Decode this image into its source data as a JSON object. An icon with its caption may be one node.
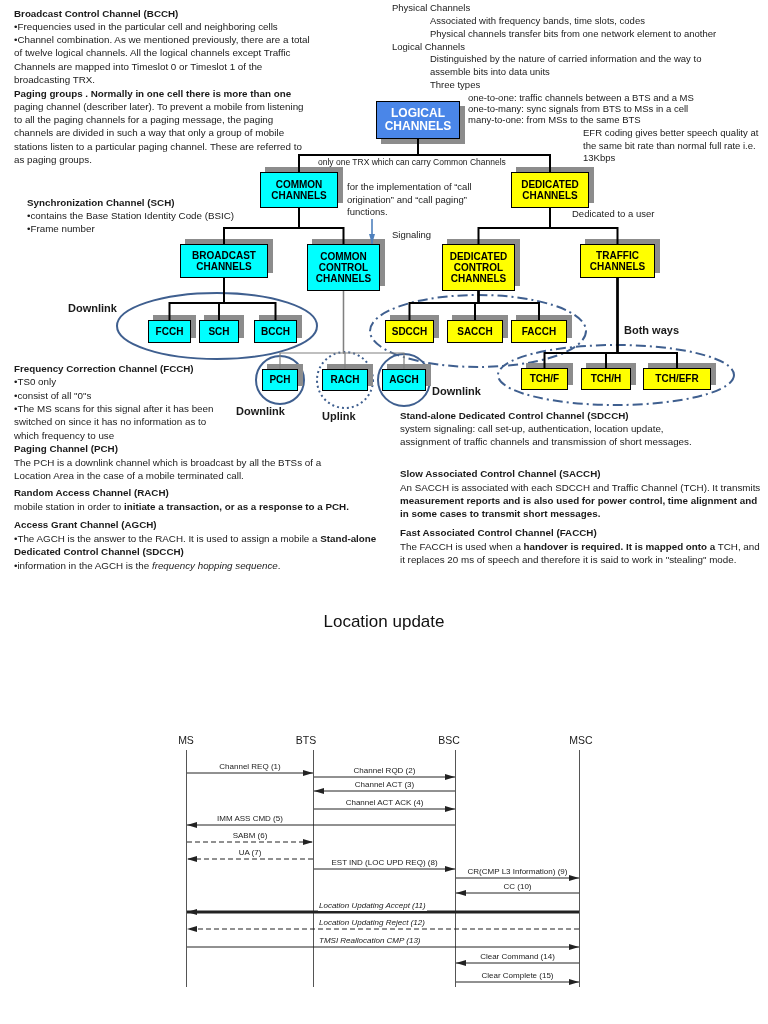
{
  "diagram": {
    "title": "Location update",
    "nodes": [
      {
        "text": [
          "LOGICAL CHANNELS"
        ]
      },
      {
        "text": [
          "COMMON CHANNELS"
        ]
      },
      {
        "text": [
          "DEDICATED CHANNELS"
        ],
        "beside": [
          "Dedicated to a user"
        ]
      },
      {
        "text": [
          "BROADCAST CHANNELS"
        ]
      },
      {
        "text": [
          "COMMON CONTROL CHANNELS"
        ]
      },
      {
        "text": [
          "DEDICATED CONTROL CHANNELS"
        ],
        "beside": [
          "Signaling"
        ]
      },
      {
        "text": [
          "TRAFFIC CHANNELS"
        ]
      },
      {
        "text": [
          "FCCH"
        ]
      },
      {
        "text": [
          "SCH"
        ]
      },
      {
        "text": [
          "BCCH"
        ]
      },
      {
        "text": [
          "PCH"
        ],
        "beside": [
          "Downlink"
        ]
      },
      {
        "text": [
          "RACH"
        ],
        "beside": [
          "Uplink"
        ]
      },
      {
        "text": [
          "AGCH"
        ],
        "beside": [
          "Downlink"
        ]
      },
      {
        "text": [
          "SDCCH"
        ]
      },
      {
        "text": [
          "SACCH"
        ]
      },
      {
        "text": [
          "FACCH"
        ]
      },
      {
        "text": [
          "TCH/F"
        ]
      },
      {
        "text": [
          "TCH/H"
        ]
      },
      {
        "text": [
          "TCH/EFR"
        ]
      },
      {
        "text": [
          "for the implementation of “call origination” and “call paging” functions."
        ]
      },
      {
        "text": [],
        "shape": "line",
        "beside": [
          "MS"
        ]
      },
      {
        "text": [],
        "shape": "line",
        "beside": [
          "BTS"
        ]
      },
      {
        "text": [],
        "shape": "line",
        "beside": [
          "BSC"
        ]
      },
      {
        "text": [],
        "shape": "line",
        "beside": [
          "MSC"
        ]
      }
    ],
    "edges": [
      {
        "from": 0,
        "to": 1,
        "arrow": "none"
      },
      {
        "from": 0,
        "to": 2,
        "arrow": "none"
      },
      {
        "from": 1,
        "to": 3,
        "arrow": "none"
      },
      {
        "from": 1,
        "to": 4,
        "arrow": "none"
      },
      {
        "from": 2,
        "to": 5,
        "arrow": "none"
      },
      {
        "from": 2,
        "to": 6,
        "arrow": "none"
      },
      {
        "from": 3,
        "to": 7,
        "arrow": "none"
      },
      {
        "from": 3,
        "to": 8,
        "arrow": "none"
      },
      {
        "from": 3,
        "to": 9,
        "arrow": "none"
      },
      {
        "from": 4,
        "to": 10,
        "arrow": "none",
        "color": "#808080"
      },
      {
        "from": 4,
        "to": 11,
        "arrow": "none",
        "color": "#808080"
      },
      {
        "from": 4,
        "to": 12,
        "arrow": "none",
        "color": "#808080"
      },
      {
        "from": 5,
        "to": 13,
        "arrow": "none"
      },
      {
        "from": 5,
        "to": 14,
        "arrow": "none"
      },
      {
        "from": 5,
        "to": 15,
        "arrow": "none"
      },
      {
        "from": 6,
        "to": 16,
        "arrow": "none"
      },
      {
        "from": 6,
        "to": 17,
        "arrow": "none"
      },
      {
        "from": 6,
        "to": 18,
        "arrow": "none"
      },
      {
        "from": 19,
        "to": 4,
        "arrow": "to",
        "color": "#4f81bd"
      },
      {
        "from": 20,
        "to": 21,
        "arrow": "to",
        "label": "Channel REQ (1)"
      },
      {
        "from": 21,
        "to": 22,
        "arrow": "to",
        "label": "Channel RQD (2)"
      },
      {
        "from": 22,
        "to": 21,
        "arrow": "to",
        "label": "Channel ACT (3)"
      },
      {
        "from": 21,
        "to": 22,
        "arrow": "to",
        "label": "Channel ACT ACK (4)"
      },
      {
        "from": 22,
        "to": 20,
        "arrow": "to",
        "label": "IMM ASS CMD (5)"
      },
      {
        "from": 20,
        "to": 21,
        "arrow": "to",
        "label": "SABM (6)",
        "style": "dashed"
      },
      {
        "from": 21,
        "to": 20,
        "arrow": "to",
        "label": "UA (7)",
        "style": "dashed"
      },
      {
        "from": 21,
        "to": 22,
        "arrow": "to",
        "label": "EST IND (LOC UPD REQ) (8)"
      },
      {
        "from": 22,
        "to": 23,
        "arrow": "to",
        "label": "CR(CMP L3 Information) (9)"
      },
      {
        "from": 23,
        "to": 22,
        "arrow": "to",
        "label": "CC (10)"
      },
      {
        "from": 23,
        "to": 20,
        "arrow": "to",
        "label": "Location Updating Accept (11)",
        "style": "thick"
      },
      {
        "from": 23,
        "to": 20,
        "arrow": "to",
        "label": "Location Updating Reject (12)",
        "style": "dashed"
      },
      {
        "from": 20,
        "to": 23,
        "arrow": "to",
        "label": "TMSI Reallocation CMP (13)"
      },
      {
        "from": 23,
        "to": 22,
        "arrow": "to",
        "label": "Clear Command (14)"
      },
      {
        "from": 22,
        "to": 23,
        "arrow": "to",
        "label": "Clear Complete (15)"
      }
    ],
    "labels": [
      "Broadcast Control Channel (BCCH)",
      "•Frequencies used in the particular cell and neighboring cells",
      "•Channel combination. As we mentioned previously, there are a total of twelve logical channels. All the logical channels except Traffic Channels are mapped into Timeslot 0 or Timeslot 1 of the broadcasting TRX.",
      "**Paging groups . Normally in one cell there is more than one** paging channel (describer later). To prevent a mobile from listening to all the paging channels for a paging message, the paging channels are divided in such a way that only a group of mobile stations listen to a particular paging channel. These are referred to as paging groups.",
      "Physical Channels",
      "Associated with frequency bands, time slots, codes",
      "Physical channels transfer bits from one network element to another",
      "Logical Channels",
      "Distinguished by the nature of carried information and the way to assemble bits into data units",
      "Three types",
      "one-to-one: traffic channels between a BTS and a MS",
      "one-to-many: sync signals from BTS to MSs in a cell",
      "many-to-one: from MSs to the same BTS",
      "EFR coding gives better speech quality at the same bit rate than normal full rate i.e. 13Kbps",
      "only one TRX which can carry Common Channels",
      "Synchronization Channel (SCH)",
      "•contains the Base Station Identity Code (BSIC)",
      "•Frame number",
      "Downlink",
      "Both ways",
      "Frequency Correction Channel (FCCH)",
      "•TS0 only",
      "•consist of all \"0\"s",
      "•The MS scans for this signal after it has been switched on since it has no information as to which frequency to use",
      "Paging Channel (PCH)",
      "The PCH is a downlink channel which is broadcast by all the BTSs of a Location Area in the case of a mobile terminated call.",
      "Random Access Channel (RACH)",
      "mobile station in order to **initiate a transaction, or as a response to a PCH.**",
      "Access Grant Channel (AGCH)",
      "•The AGCH is the answer to the RACH. It is used to assign a mobile a **Stand-alone Dedicated Control Channel (SDCCH)**",
      "•information in the AGCH is the *frequency hopping sequence*.",
      "Stand-alone Dedicated Control Channel (SDCCH)",
      "system signaling: call set-up, authentication, location update, assignment of traffic channels and transmission of short messages.",
      "Slow Associated Control Channel (SACCH)",
      "An SACCH is associated with each SDCCH and Traffic Channel (TCH). It transmits **measurement reports and is also used for power control, time alignment and in some cases to transmit short messages.**",
      "Fast Associated Control Channel (FACCH)",
      "The FACCH is used when a **handover is required. It is mapped onto a** TCH, and it replaces 20 ms of speech and therefore it is said to work in \"stealing\" mode."
    ]
  }
}
